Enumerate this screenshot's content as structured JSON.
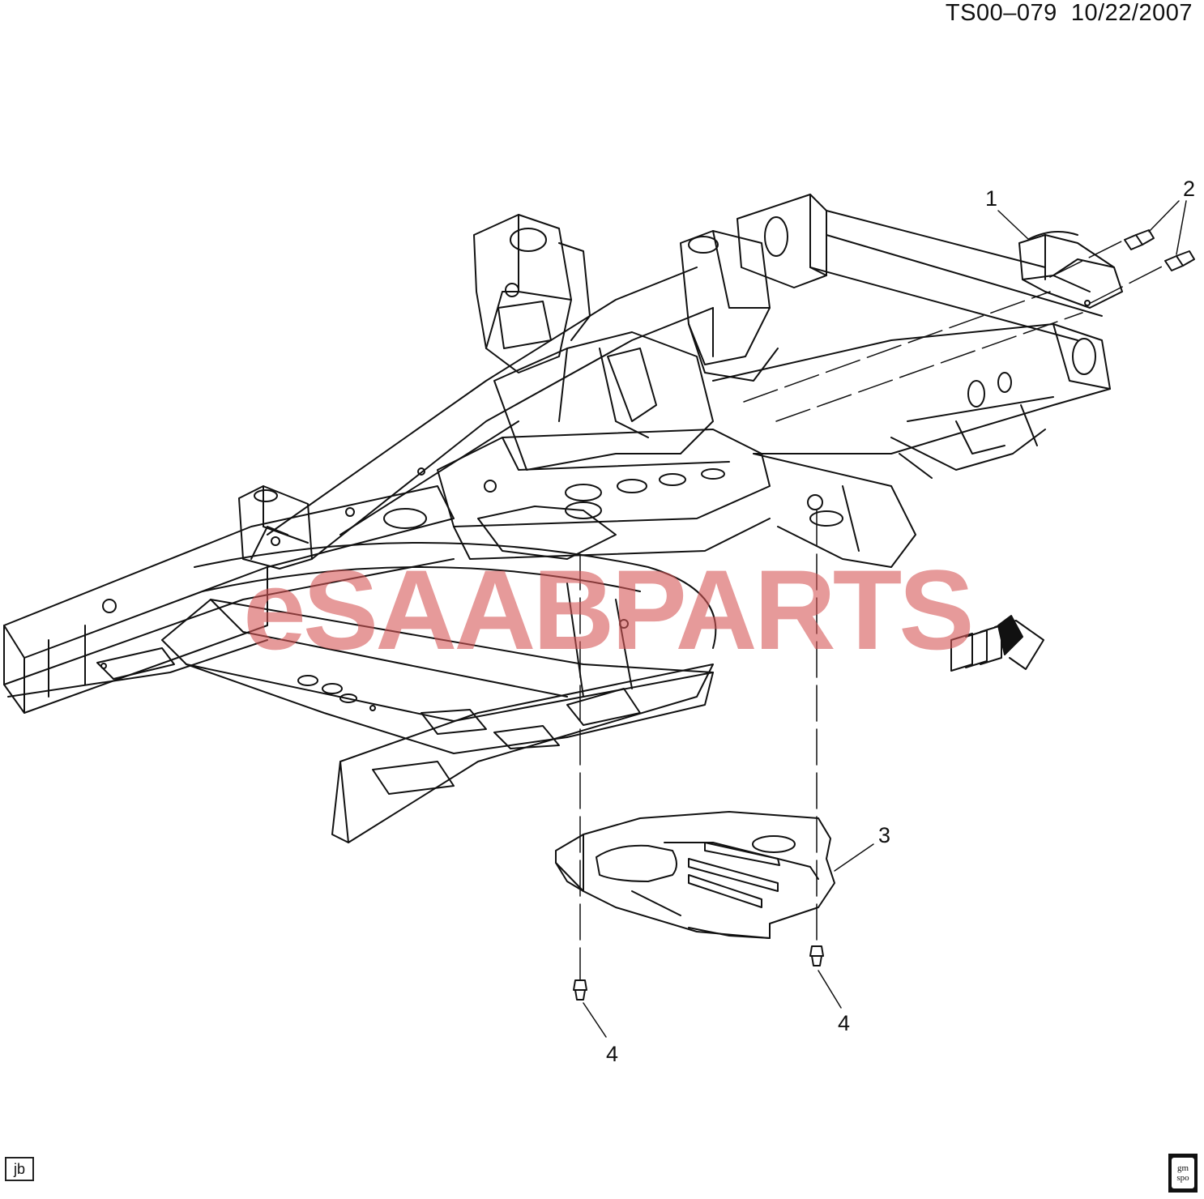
{
  "header": {
    "doc_id": "TS00–079  10/22/2007"
  },
  "callouts": [
    {
      "id": "1",
      "label": "1"
    },
    {
      "id": "2",
      "label": "2"
    },
    {
      "id": "3",
      "label": "3"
    },
    {
      "id": "4a",
      "label": "4"
    },
    {
      "id": "4b",
      "label": "4"
    }
  ],
  "footer": {
    "author_tag": "jb",
    "logo_line1": "gm",
    "logo_line2": "spo"
  },
  "watermark": {
    "text": "eSAABPARTS",
    "color": "#d65656"
  },
  "icons": [
    "frame-assembly-icon",
    "skid-plate-icon",
    "bolt-icon",
    "bracket-icon",
    "front-direction-arrow-icon"
  ]
}
